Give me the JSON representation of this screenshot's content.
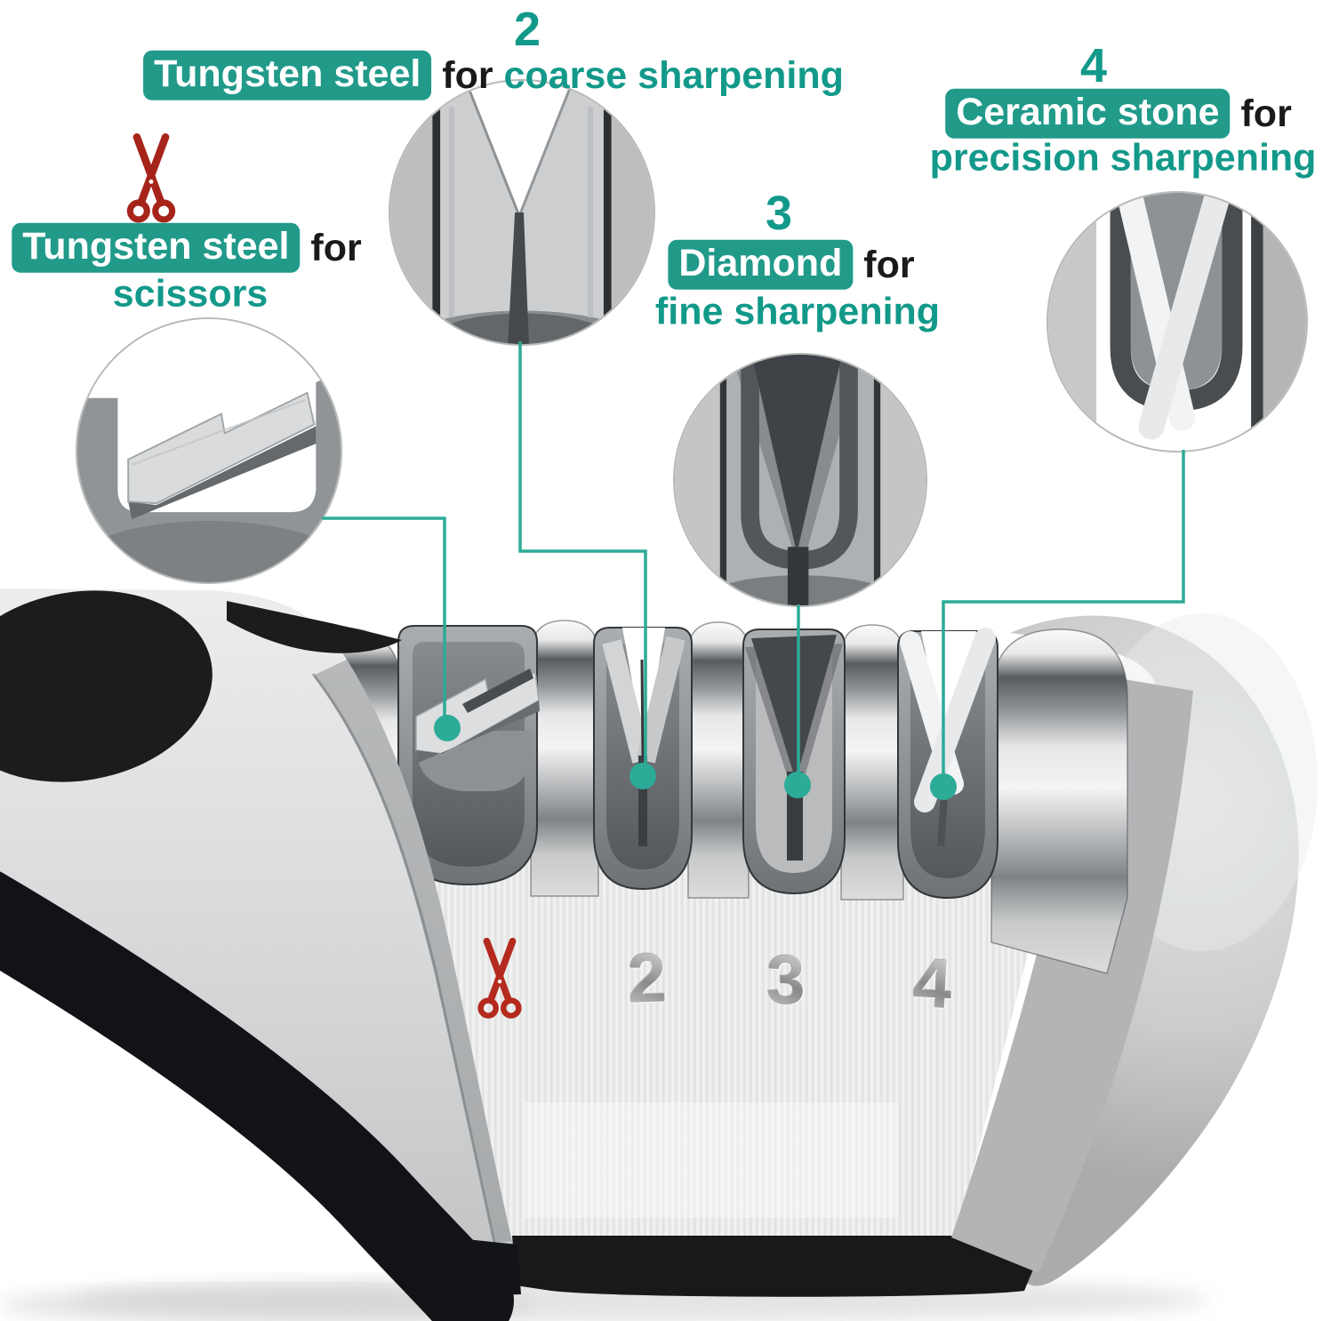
{
  "annotations": {
    "scissors_group": {
      "highlight": "Tungsten steel",
      "connector": " for",
      "line2": "scissors"
    },
    "coarse_group": {
      "number": "2",
      "highlight": "Tungsten steel",
      "connector": " for ",
      "accent": "coarse sharpening"
    },
    "fine_group": {
      "number": "3",
      "highlight": "Diamond",
      "connector": " for",
      "line2": "fine sharpening"
    },
    "precision_group": {
      "number": "4",
      "highlight": "Ceramic stone",
      "connector": " for",
      "line2": "precision sharpening"
    }
  },
  "product": {
    "slot_labels": [
      "2",
      "3",
      "4"
    ],
    "slot_1_icon": "scissors-icon"
  },
  "colors": {
    "teal_box": "#219a8a",
    "teal_text": "#12998a",
    "teal_line": "#2cab97",
    "red_icon": "#a6241a",
    "red_face_icon": "#b42a1c"
  }
}
